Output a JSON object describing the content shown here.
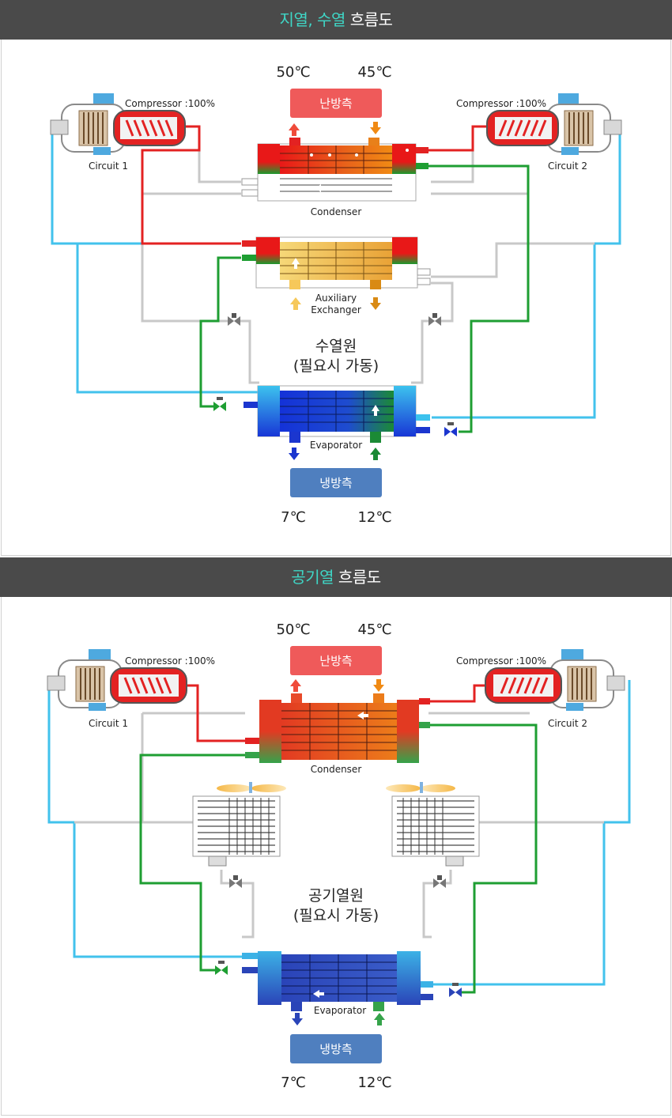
{
  "section1": {
    "title_highlight": "지열, 수열",
    "title_rest": "흐름도",
    "temp_hot_out": "50℃",
    "temp_hot_in": "45℃",
    "heating_label": "난방측",
    "cooling_label": "냉방측",
    "temp_cold_out": "7℃",
    "temp_cold_in": "12℃",
    "compressor_left": "Compressor :100%",
    "compressor_right": "Compressor :100%",
    "circuit_left": "Circuit 1",
    "circuit_right": "Circuit 2",
    "condenser": "Condenser",
    "aux_line1": "Auxiliary",
    "aux_line2": "Exchanger",
    "source_line1": "수열원",
    "source_line2": "(필요시 가동)",
    "evaporator": "Evaporator"
  },
  "section2": {
    "title_highlight": "공기열",
    "title_rest": "흐름도",
    "temp_hot_out": "50℃",
    "temp_hot_in": "45℃",
    "heating_label": "난방측",
    "cooling_label": "냉방측",
    "temp_cold_out": "7℃",
    "temp_cold_in": "12℃",
    "compressor_left": "Compressor :100%",
    "compressor_right": "Compressor :100%",
    "circuit_left": "Circuit 1",
    "circuit_right": "Circuit 2",
    "condenser": "Condenser",
    "source_line1": "공기열원",
    "source_line2": "(필요시 가동)",
    "evaporator": "Evaporator"
  },
  "colors": {
    "header_bg": "#4a4a4a",
    "title_accent": "#3fd6c6",
    "hot_line": "#e32222",
    "warm_line": "#1e9e32",
    "cold_line": "#42c2ec",
    "gray_line": "#c8c8c8",
    "heating_box": "#ef5a5a",
    "cooling_box": "#4f7fbf"
  }
}
